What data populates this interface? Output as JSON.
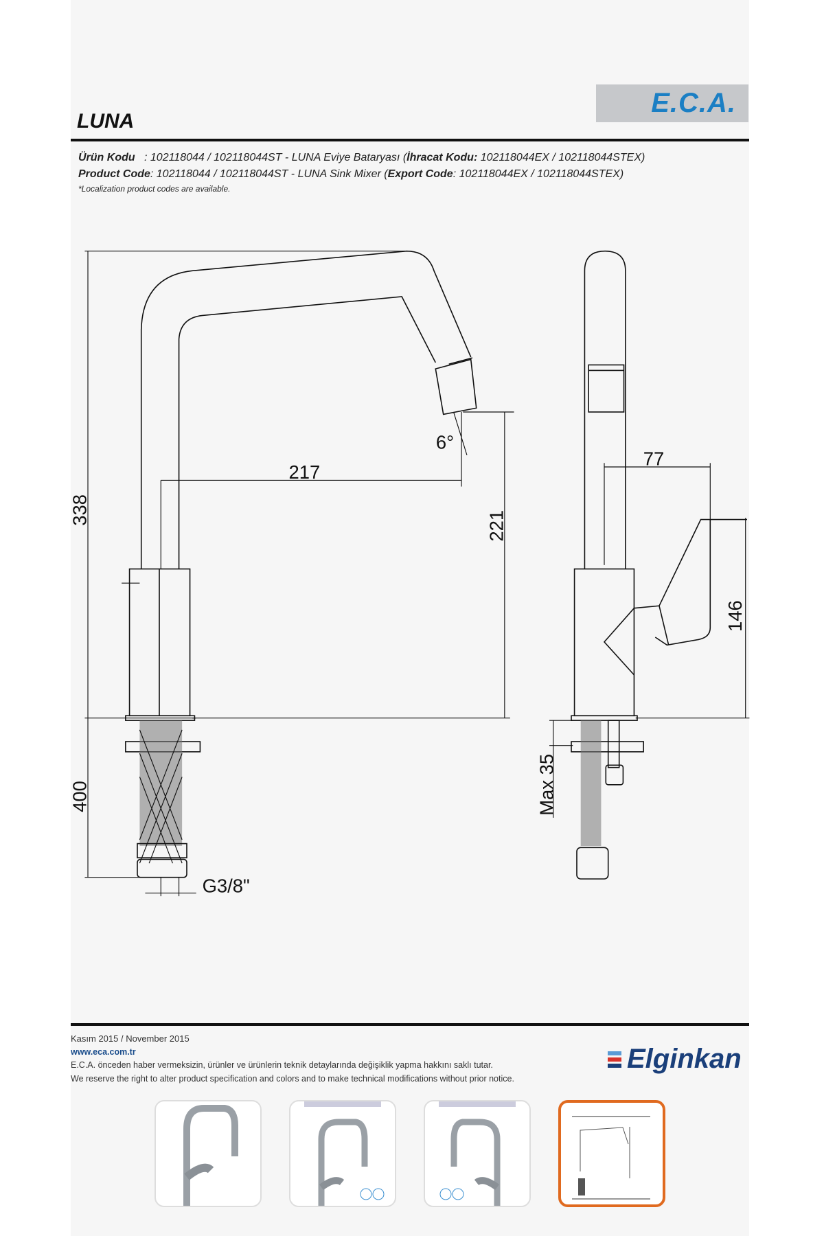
{
  "header": {
    "title": "LUNA",
    "brand_logo": "E.C.A.",
    "urun_kodu_label": "Ürün Kodu",
    "urun_kodu_value": ": 102118044 / 102118044ST - LUNA Eviye Bataryası (",
    "ihracat_label": "İhracat Kodu:",
    "ihracat_value": " 102118044EX / 102118044STEX)",
    "product_code_label": "Product Code",
    "product_code_value": ": 102118044 / 102118044ST - LUNA Sink Mixer (",
    "export_label": "Export Code",
    "export_value": ": 102118044EX / 102118044STEX)",
    "note": "*Localization product codes are available."
  },
  "drawing": {
    "dim_height_total": "338",
    "dim_spout_reach": "217",
    "dim_spout_height": "221",
    "dim_angle": "6°",
    "dim_hose_length": "400",
    "dim_connection": "G3/8\"",
    "dim_handle_reach": "77",
    "dim_handle_height": "146",
    "dim_max_thickness": "Max 35"
  },
  "footer": {
    "date": "Kasım 2015 / November 2015",
    "website": "www.eca.com.tr",
    "disclaimer_tr": "E.C.A. önceden haber vermeksizin, ürünler ve ürünlerin teknik detaylarında değişiklik yapma hakkını saklı tutar.",
    "disclaimer_en": "We reserve the right to alter product specification and colors and to make technical modifications without prior notice.",
    "dealer_logo": "Elginkan"
  },
  "gallery": {
    "selected_index": 3,
    "accent_color": "#e06a1f",
    "thumbnails": [
      "product-photo",
      "product-photo-with-badges",
      "product-photo-with-badges-alt",
      "technical-drawing"
    ]
  }
}
